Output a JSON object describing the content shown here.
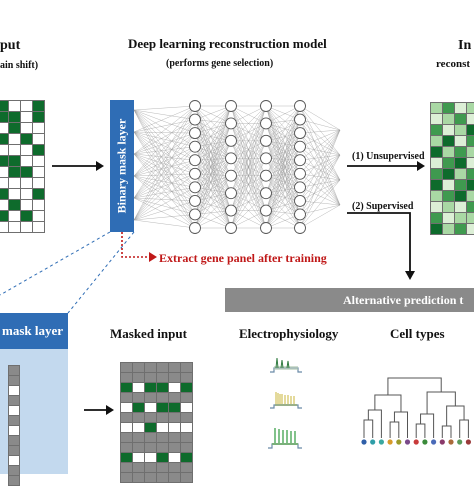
{
  "labels": {
    "input_title": "put",
    "input_subtitle": "ain shift)",
    "model_title": "Deep learning reconstruction model",
    "model_subtitle": "(performs gene selection)",
    "output_title": "In",
    "output_subtitle": "reconst",
    "binary_mask_layer": "Binary mask layer",
    "extract_gene_panel": "Extract gene panel after training",
    "unsupervised": "(1) Unsupervised",
    "supervised": "(2) Supervised",
    "alt_prediction": "Alternative prediction t",
    "mask_layer_zoom": "mask layer",
    "masked_input": "Masked input",
    "electrophysiology": "Electrophysiology",
    "cell_types": "Cell types"
  },
  "colors": {
    "dark_green": "#0e6b2c",
    "mid_green": "#3f9a4f",
    "light_green": "#a9d8a4",
    "pale_green": "#dcefd6",
    "mask_blue": "#2f6db5",
    "mask_panel_blue": "#c3d9ee",
    "gray_bar": "#8a8a8a",
    "red_text": "#c01818"
  },
  "network": {
    "layer_sizes": [
      10,
      8,
      8,
      10
    ]
  },
  "cell_type_leaf_colors": [
    "#2f5fa8",
    "#2f9ea8",
    "#3aa8a0",
    "#d89a2a",
    "#9a9a2a",
    "#7a4a8a",
    "#c83a3a",
    "#3a8a3a",
    "#4a6ab8",
    "#8a3a6a",
    "#aa6a3a",
    "#5a9a5a",
    "#9a3a3a"
  ]
}
